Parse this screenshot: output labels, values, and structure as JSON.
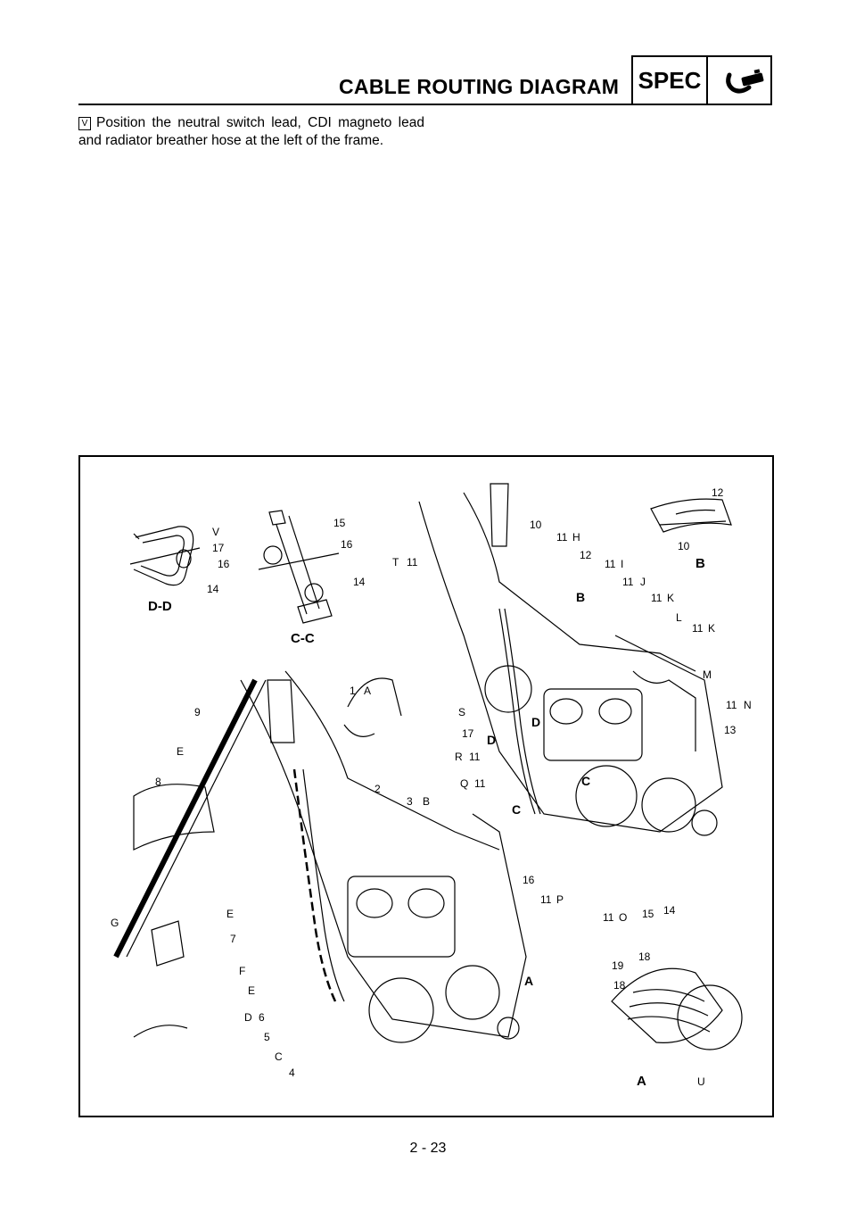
{
  "header": {
    "title": "CABLE ROUTING DIAGRAM",
    "section_label": "SPEC",
    "section_icon": "wrench-gauge-icon"
  },
  "note": {
    "marker": "V",
    "text": "Position the neutral switch lead, CDI magneto lead and radiator breather hose at the left of the frame."
  },
  "figure": {
    "section_labels": {
      "dd": "D-D",
      "cc": "C-C",
      "b": "B",
      "a": "A"
    },
    "view_markers": {
      "b": "B",
      "d1": "D",
      "d2": "D",
      "c1": "C",
      "c2": "C",
      "a": "A"
    },
    "callouts": {
      "c1": "1",
      "c2": "2",
      "c3": "3",
      "c4": "4",
      "c5": "5",
      "c6": "6",
      "c7": "7",
      "c8": "8",
      "c9": "9",
      "c10": "10",
      "c11": "11",
      "c12": "12",
      "c13": "13",
      "c14": "14",
      "c15": "15",
      "c16": "16",
      "c17": "17",
      "c18": "18",
      "c19": "19"
    },
    "letters": {
      "A": "A",
      "B": "B",
      "C": "C",
      "D": "D",
      "E": "E",
      "F": "F",
      "G": "G",
      "H": "H",
      "I": "I",
      "J": "J",
      "K": "K",
      "L": "L",
      "M": "M",
      "N": "N",
      "O": "O",
      "P": "P",
      "Q": "Q",
      "R": "R",
      "S": "S",
      "T": "T",
      "U": "U",
      "V": "V"
    }
  },
  "footer": {
    "page_number": "2 - 23"
  }
}
